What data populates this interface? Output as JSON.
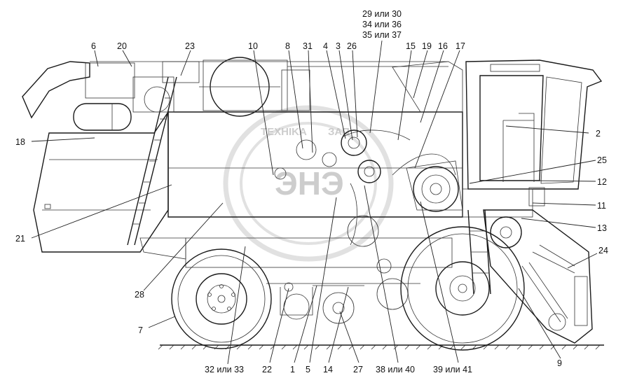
{
  "watermark": {
    "text_left": "TEXHIKA",
    "text_right": "ЗАП",
    "logo_text": "ЭНЭ"
  },
  "callouts": [
    {
      "id": "c6",
      "text": "6"
    },
    {
      "id": "c20",
      "text": "20"
    },
    {
      "id": "c23",
      "text": "23"
    },
    {
      "id": "c10",
      "text": "10"
    },
    {
      "id": "c8",
      "text": "8"
    },
    {
      "id": "c31",
      "text": "31"
    },
    {
      "id": "c4",
      "text": "4"
    },
    {
      "id": "c3",
      "text": "3"
    },
    {
      "id": "c26",
      "text": "26"
    },
    {
      "id": "c2930",
      "text": "29 или 30"
    },
    {
      "id": "c3436",
      "text": "34 или 36"
    },
    {
      "id": "c3537",
      "text": "35 или 37"
    },
    {
      "id": "c15",
      "text": "15"
    },
    {
      "id": "c19",
      "text": "19"
    },
    {
      "id": "c16",
      "text": "16"
    },
    {
      "id": "c17",
      "text": "17"
    },
    {
      "id": "c18",
      "text": "18"
    },
    {
      "id": "c2",
      "text": "2"
    },
    {
      "id": "c25",
      "text": "25"
    },
    {
      "id": "c12",
      "text": "12"
    },
    {
      "id": "c11",
      "text": "11"
    },
    {
      "id": "c13",
      "text": "13"
    },
    {
      "id": "c21",
      "text": "21"
    },
    {
      "id": "c24",
      "text": "24"
    },
    {
      "id": "c28",
      "text": "28"
    },
    {
      "id": "c7",
      "text": "7"
    },
    {
      "id": "c9",
      "text": "9"
    },
    {
      "id": "c3233",
      "text": "32 или 33"
    },
    {
      "id": "c22",
      "text": "22"
    },
    {
      "id": "c1",
      "text": "1"
    },
    {
      "id": "c5",
      "text": "5"
    },
    {
      "id": "c14",
      "text": "14"
    },
    {
      "id": "c27",
      "text": "27"
    },
    {
      "id": "c3840",
      "text": "38 или 40"
    },
    {
      "id": "c3941",
      "text": "39 или 41"
    }
  ]
}
